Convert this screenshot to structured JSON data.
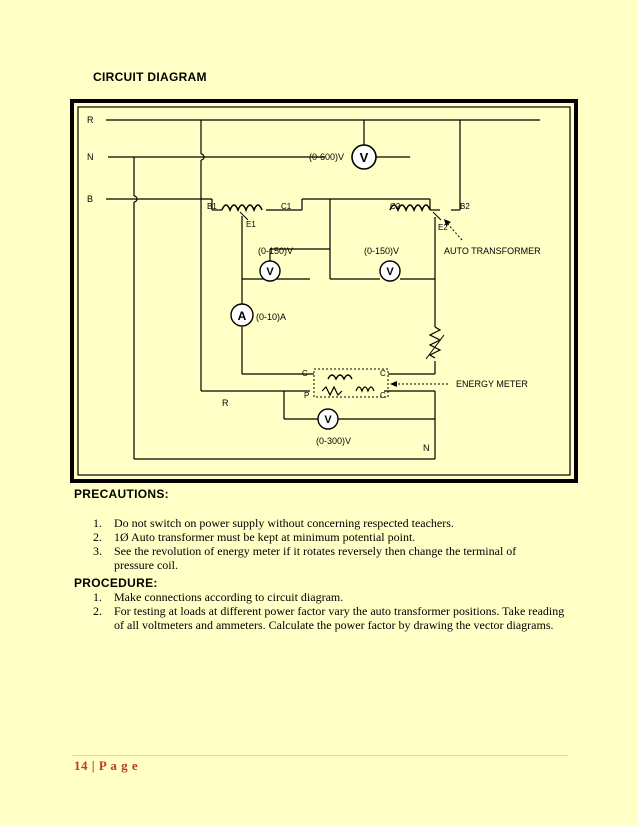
{
  "headings": {
    "circuit": "CIRCUIT DIAGRAM",
    "precautions": "PRECAUTIONS:",
    "procedure": "PROCEDURE:"
  },
  "diagram": {
    "line_labels": [
      "R",
      "N",
      "B"
    ],
    "voltmeter_top_range": "(0-600)V",
    "voltmeter_left_range": "(0-150)V",
    "voltmeter_right_range": "(0-150)V",
    "ammeter_range": "(0-10)A",
    "voltmeter_bottom_range": "(0-300)V",
    "meter_symbol_v": "V",
    "meter_symbol_a": "A",
    "auto_transformer_label": "AUTO TRANSFORMER",
    "energy_meter_label": "ENERGY METER",
    "terminal_b1": "B1",
    "terminal_c1": "C1",
    "terminal_e1": "E1",
    "terminal_c2": "C2",
    "terminal_b2": "B2",
    "terminal_e2": "E2",
    "em_c_top_left": "C",
    "em_c_top_right": "C",
    "em_p": "P",
    "em_c_bottom_right": "C",
    "load_r": "R",
    "load_n": "N"
  },
  "precautions": [
    {
      "num": "1.",
      "text": "Do not switch on power supply without concerning respected teachers."
    },
    {
      "num": "2.",
      "text": "1Ø Auto transformer must be kept at minimum potential point."
    },
    {
      "num": "3.",
      "text": "See the revolution of energy meter if it rotates reversely then change the terminal of pressure coil."
    }
  ],
  "procedure": [
    {
      "num": "1.",
      "text": "Make connections according to circuit diagram."
    },
    {
      "num": "2.",
      "text": "For testing at loads at different power factor vary the auto transformer positions. Take reading of all voltmeters and ammeters. Calculate the power factor by drawing the vector diagrams."
    }
  ],
  "footer": "14 | P a g e",
  "colors": {
    "page": "#ffffc6",
    "footer": "#c0392b",
    "frame": "#000000"
  }
}
